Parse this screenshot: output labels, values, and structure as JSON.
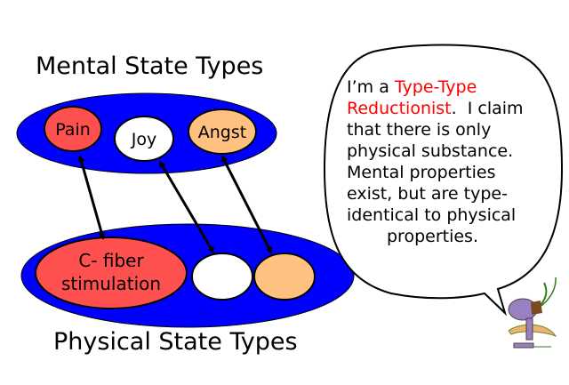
{
  "titles": {
    "mental": "Mental State Types",
    "physical": "Physical State Types"
  },
  "mental_states": [
    {
      "label": "Pain",
      "color": "#FF5050"
    },
    {
      "label": "Joy",
      "color": "#FFFFFF"
    },
    {
      "label": "Angst",
      "color": "#FFC080"
    }
  ],
  "physical_states": [
    {
      "label_line1": "C- fiber",
      "label_line2": "stimulation",
      "color": "#FF5050"
    },
    {
      "label": "",
      "color": "#FFFFFF"
    },
    {
      "label": "",
      "color": "#FFC080"
    }
  ],
  "group_color": "#0000FF",
  "speech": {
    "line1_prefix": "I’m a ",
    "line1_highlight": "Type-Type",
    "line2_highlight": "Reductionist",
    "line2_suffix": ".  I claim",
    "line3": "that there is only",
    "line4": "physical substance.",
    "line5": "Mental properties",
    "line6": "exist, but are type-",
    "line7": "identical to physical",
    "line8": "properties.",
    "highlight_color": "#FF0000"
  }
}
